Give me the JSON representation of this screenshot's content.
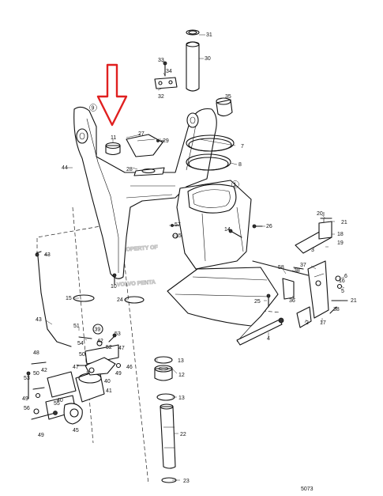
{
  "watermark": {
    "line1": "PROPERTY OF",
    "line2": "VOLVO PENTA"
  },
  "drawing_number": "5073",
  "highlight_arrow_color": "#e02020",
  "callouts": {
    "p1": "1",
    "p2": "2",
    "p3": "3",
    "p4": "4",
    "p5": "5",
    "p6": "6",
    "p7": "7",
    "p8": "8",
    "p9": "9",
    "p10": "10",
    "p11": "11",
    "p12": "12",
    "p13a": "13",
    "p13b": "13",
    "p14": "14",
    "p15a": "15",
    "p15b": "15",
    "p16": "16",
    "p17": "17",
    "p18": "18",
    "p19": "19",
    "p20": "20",
    "p21a": "21",
    "p21b": "21",
    "p22": "22",
    "p23": "23",
    "p24": "24",
    "p25": "25",
    "p26": "26",
    "p27": "27",
    "p28": "28",
    "p29": "29",
    "p30": "30",
    "p31": "31",
    "p32": "32",
    "p33": "33",
    "p34": "34",
    "p35": "35",
    "p36": "36",
    "p37": "37",
    "p38a": "38",
    "p38b": "38",
    "p39": "39",
    "p40a": "40",
    "p40b": "40",
    "p41": "41",
    "p42a": "42",
    "p42b": "42",
    "p43": "43",
    "p43b": "43",
    "p44": "44",
    "p45": "45",
    "p46": "46",
    "p47": "47",
    "p48": "48",
    "p49a": "49",
    "p49b": "49",
    "p50": "50",
    "p51": "51",
    "p52": "52",
    "p53a": "53",
    "p53b": "53",
    "p54": "54",
    "p55": "55",
    "p56": "56",
    "p57": "57",
    "p58": "58"
  }
}
